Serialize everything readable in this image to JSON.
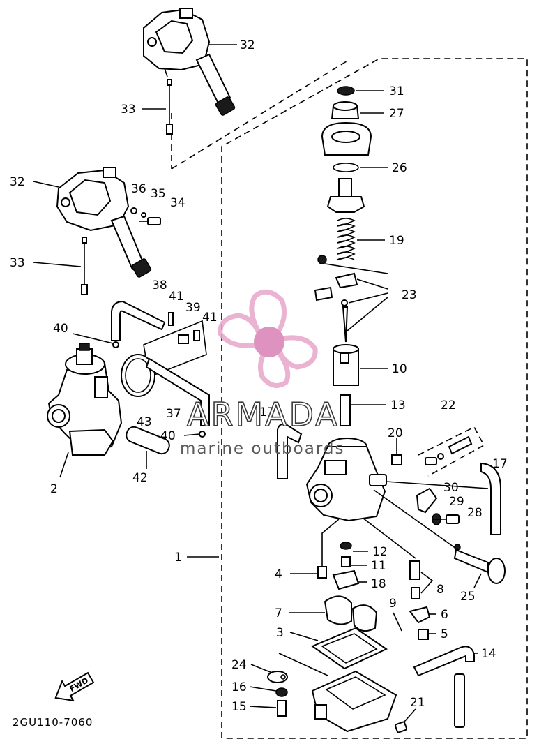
{
  "diagram": {
    "drawing_code": "2GU110-7060",
    "fwd_label": "FWD",
    "assembly_label": "1",
    "callouts": [
      "2",
      "3",
      "4",
      "5",
      "6",
      "7",
      "8",
      "9",
      "10",
      "11",
      "12",
      "13",
      "14",
      "15",
      "16",
      "17",
      "18",
      "19",
      "20",
      "21",
      "22",
      "23",
      "24",
      "25",
      "26",
      "27",
      "28",
      "29",
      "30",
      "31",
      "32",
      "33",
      "34",
      "35",
      "36",
      "37",
      "38",
      "39",
      "40",
      "41",
      "42",
      "43"
    ]
  },
  "watermark": {
    "title": "ARMADA",
    "subtitle": "marine outboards",
    "logo_color": "#e7a6c9",
    "logo_center_color": "#d97fb5"
  }
}
